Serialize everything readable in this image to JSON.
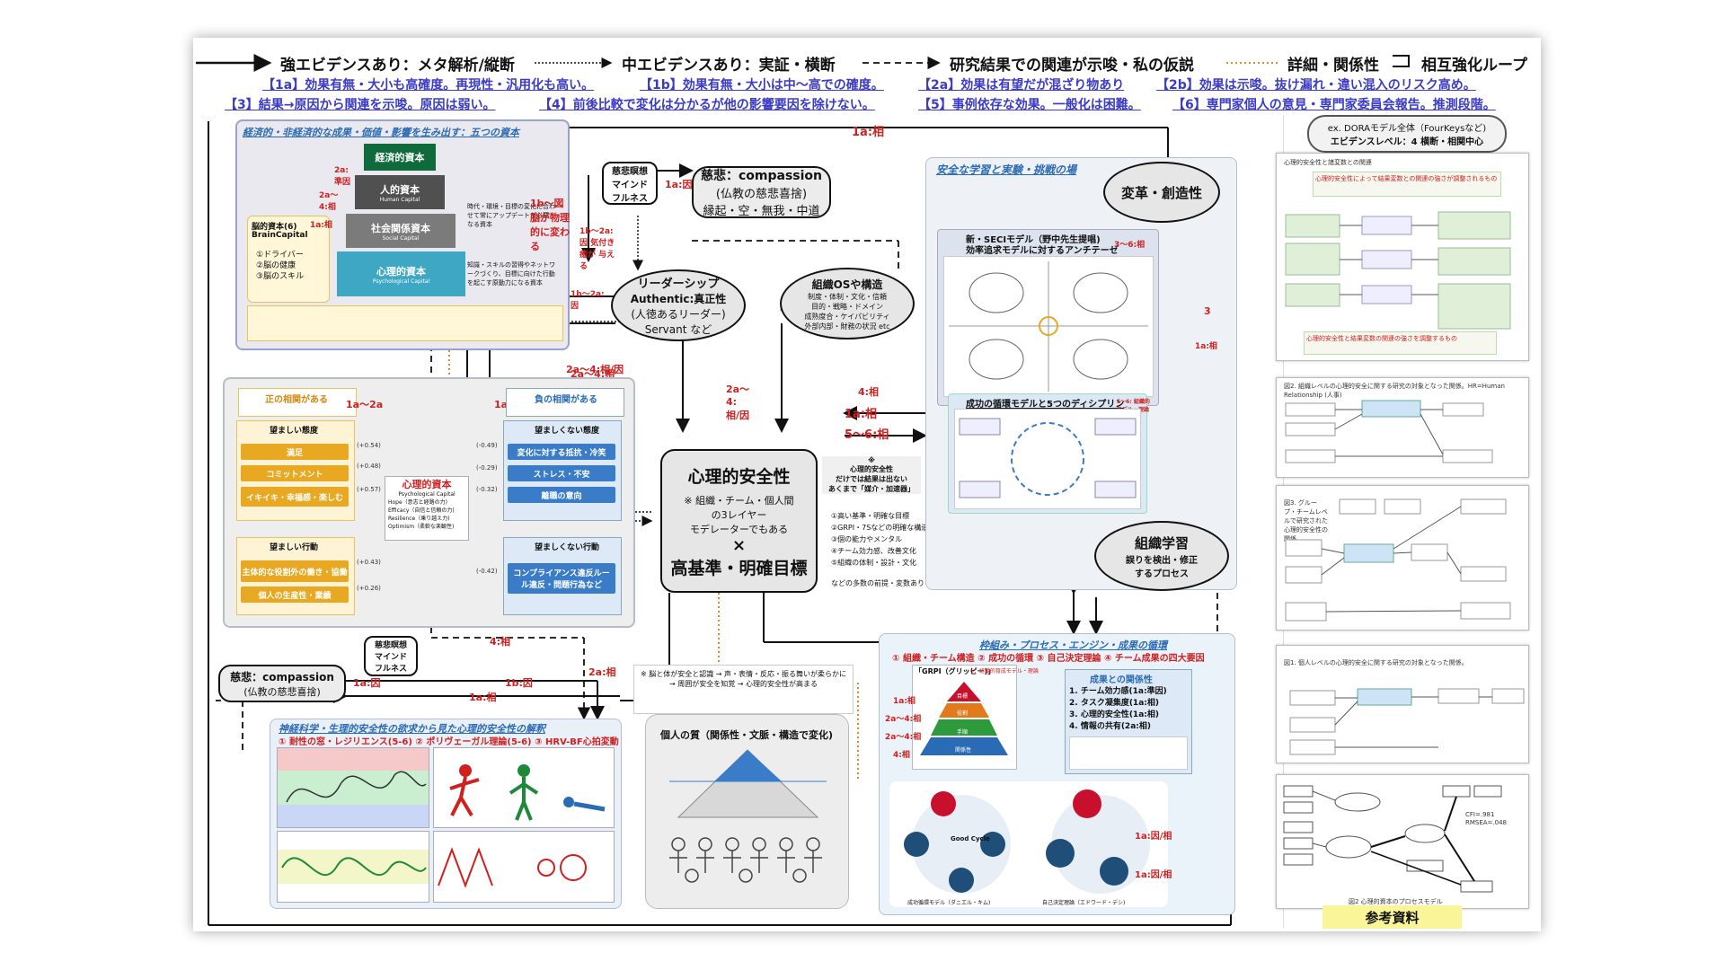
{
  "legend": {
    "strong": "強エビデンスあり：メタ解析/縦断",
    "medium": "中エビデンスあり：実証・横断",
    "hypothesis": "研究結果での関連が示唆・私の仮説",
    "detail": "詳細・関係性",
    "loop": "相互強化ループ"
  },
  "evidence_levels": [
    "【1a】効果有無・大小も高確度。再現性・汎用化も高い。",
    "【1b】効果有無・大小は中〜高での確度。",
    "【2a】効果は有望だが混ざり物あり",
    "【2b】効果は示唆。抜け漏れ・違い混入のリスク高め。",
    "【3】結果→原因から関連を示唆。原因は弱い。",
    "【4】前後比較で変化は分かるが他の影響要因を除けない。",
    "【5】事例依存な効果。一般化は困難。",
    "【6】専門家個人の意見・専門家委員会報告。推測段階。"
  ],
  "capital_panel": {
    "title": "経済的・非経済的な成果・価値・影響を生み出す：五つの資本",
    "economic": "経済的資本",
    "human": "人的資本",
    "human_sub": "Human Capital",
    "social": "社会関係資本",
    "social_sub": "Social Capital",
    "psych": "心理的資本",
    "psych_sub": "Psychological Capital",
    "brain": "脳的資本(6)",
    "brain_en": "BrainCapital",
    "brain_items": [
      "①ドライバー",
      "②脳の健康",
      "③脳のスキル"
    ],
    "note1": "時代・環境・目標の変化に合わせて常にアップデートが必要となる資本",
    "note2": "知識・スキルの習得やネットワークづくり、目標に向けた行動を起こす原動力になる資本"
  },
  "compassion_top": {
    "title": "慈悲：compassion",
    "line2": "(仏教の慈悲喜捨)",
    "line3": "縁起・空・無我・中道"
  },
  "meditation": [
    "慈悲瞑想",
    "マインド",
    "フルネス"
  ],
  "leadership": {
    "title": "リーダーシップ",
    "line2": "Authentic:真正性",
    "line3": "(人徳あるリーダー)",
    "line4": "Servant など"
  },
  "org_os": {
    "title": "組織OSや構造",
    "lines": [
      "制度・体制・文化・信頼",
      "目的・戦略・ドメイン",
      "成熟度合・ケイパビリティ",
      "外部内部・財務の状況 etc"
    ]
  },
  "center": {
    "title": "心理的安全性",
    "sub1": "※ 組織・チーム・個人間",
    "sub2": "の3レイヤー",
    "sub3": "モデレーターでもある",
    "times": "×",
    "goal": "高基準・明確目標"
  },
  "center_note": {
    "head1": "※",
    "head2": "心理的安全性",
    "head3": "だけでは結果は出ない",
    "head4": "あくまで「媒介・加速器」",
    "items": [
      "①高い基準・明確な目標",
      "②GRPI・7Sなどの明確な構造",
      "③個の能力やメンタル",
      "④チーム効力感、改善文化",
      "⑤組織の体制・設計・文化"
    ],
    "foot": "などの多数の前提・変数あり"
  },
  "learning_panel": {
    "title": "安全な学習と実験・挑戦の場",
    "innovation": "変革・創造性",
    "seci_title1": "新・SECIモデル（野中先生提唱)",
    "seci_title2": "効率追求モデルに対するアンチテーゼ",
    "cycle_title": "成功の循環モデルと5つのディシプリン",
    "org_learning": "組織学習",
    "org_learning2": "誤りを検出・修正",
    "org_learning3": "するプロセス"
  },
  "psycap_panel": {
    "pos_head": "正の相関がある",
    "neg_head": "負の相関がある",
    "good_attitude": "望ましい態度",
    "good_behavior": "望ましい行動",
    "bad_attitude": "望ましくない態度",
    "bad_behavior": "望ましくない行動",
    "pos_items": [
      "満足",
      "コミットメント",
      "イキイキ・幸福感・楽しむ"
    ],
    "pos_behaviors": [
      "主体的な役割外の働き・協働",
      "個人の生産性・業績"
    ],
    "neg_items": [
      "変化に対する抵抗・冷笑",
      "ストレス・不安",
      "離職の意向"
    ],
    "neg_behaviors": [
      "コンプライアンス違反ルール違反・問題行為など"
    ],
    "center": "心理的資本",
    "center_en": "Psychological Capital",
    "hero": [
      "Hope（意志と経路の力)",
      "Efficacy（自信と信頼の力)",
      "Resilience（乗り越え力)",
      "Optimism（柔軟な楽観性)"
    ],
    "coef_pos": [
      "(+0.54)",
      "(+0.48)",
      "(+0.57)",
      "(+0.43)",
      "(+0.26)"
    ],
    "coef_neg": [
      "(-0.49)",
      "(-0.29)",
      "(-0.32)",
      "(-0.42)"
    ],
    "range": "1a〜2a"
  },
  "compassion_bottom": {
    "title": "慈悲：compassion",
    "line2": "(仏教の慈悲喜捨)"
  },
  "neuro_panel": {
    "title": "神経科学・生理的安全性の欲求から見た心理的安全性の解釈",
    "sub": "① 耐性の窓・レジリエンス(5-6) ② ポリヴェーガル理論(5-6) ③ HRV-BF心拍変動"
  },
  "individual_panel": {
    "note": "※ 脳と体が安全と認識 → 声・表情・反応・振る舞いが柔らかに → 周囲が安全を知覚 → 心理的安全性が高まる",
    "title": "個人の質（関係性・文脈・構造で変化)"
  },
  "framework_panel": {
    "title": "枠組み・プロセス・エンジン・成果の循環",
    "sub": "① 組織・チーム構造 ② 成功の循環 ③ 自己決定理論 ④ チーム成果の四大要因",
    "grpi": "「GRPI（グリッピー)」",
    "grpi_note": "6：組織的育成モデル・理論",
    "grpi_levels": [
      "目標",
      "役割",
      "手順",
      "関係性"
    ],
    "results_head": "成果との関係性",
    "results": [
      "1. チーム効力感(1a:準因)",
      "2. タスク凝集度(1a:相)",
      "3. 心理的安全性(1a:相)",
      "4. 情報の共有(2a:相)"
    ],
    "good_cycle": "Good Cycle",
    "cycle_caption": "成功循環モデル（ダニエル・キム)",
    "sdt_caption": "自己決定理論（エドワード・デシ)"
  },
  "arrow_labels": {
    "a1": "1a:相",
    "a2": "1a:因",
    "a3": "1b〜2a:因 気付き 癒が 与える",
    "a4": "1b〜2a:因",
    "a5": "2a:準因",
    "a6": "2a〜4:相",
    "a7": "1a:相",
    "a8": "1b〜図 脳が物理的に変わる",
    "a9": "2a〜4:相/因",
    "a10": "2a〜4: 相/因",
    "a11": "4:相",
    "a12": "1a:相",
    "a13": "5〜6:相",
    "a14": "4:相",
    "a15": "2a:相",
    "a16": "1b:因",
    "a17": "1a:相",
    "a18": "1a:因",
    "a19": "3",
    "a20": "1a:相",
    "a21": "3〜6:相",
    "a22": "1a:相",
    "a23": "2a〜4:相",
    "a24": "2a〜4:相",
    "a25": "4:相",
    "a26": "1a:因/相",
    "a27": "1a:因/相",
    "a28": "5〜6: 組織的モデル・理論"
  },
  "reference": {
    "dora1": "ex. DORAモデル全体（FourKeysなど)",
    "dora2": "エビデンスレベル：4 横断・相関中心",
    "label": "参考資料",
    "fig1_title": "心理的安全性と諸変数との関連",
    "fig1_head": "心理的安全性によって結果変数との関連の強さが調整されるもの",
    "fig1_foot": "心理的安全性と結果変数の関連の強さを調整するもの",
    "fig2_title": "図2. 組織レベルの心理的安全に関する研究の対象となった関係。HR=Human Relationship (人事)",
    "fig3_title": "図3. グループ・チームレベルで研究された心理的安全性の関係",
    "fig4_title": "図1. 個人レベルの心理的安全に関する研究の対象となった関係。",
    "fig5_title": "図2 心理的資本のプロセスモデル",
    "fig5_stats": [
      "CFI=.981",
      "RMSEA=.048"
    ]
  }
}
